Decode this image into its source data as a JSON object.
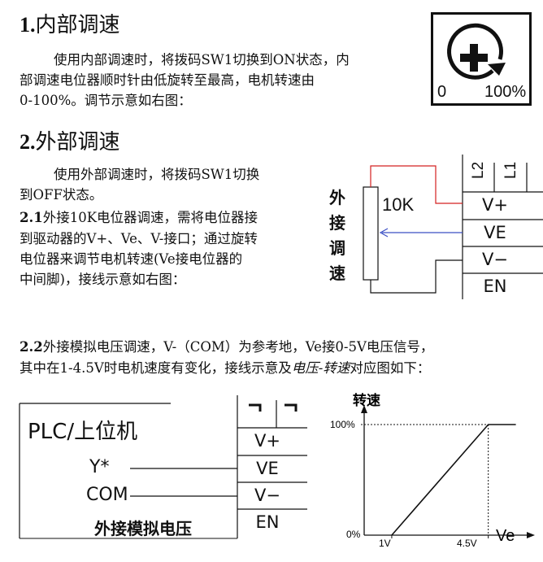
{
  "section1": {
    "number": "1.",
    "title": "内部调速",
    "body_line1": "使用内部调速时，将拨码SW1切换到ON状态，内",
    "body_line2": "部调速电位器顺时针由低旋转至最高，电机转速由",
    "body_line3": "0-100%。调节示意如右图：",
    "knob": {
      "min_label": "0",
      "max_label": "100%"
    }
  },
  "section2": {
    "number": "2.",
    "title": "外部调速",
    "body_line1": "使用外部调速时，将拨码SW1切换",
    "body_line2": "到OFF状态。",
    "sub1": {
      "number": "2.1",
      "line1": "外接10K电位器调速，需将电位器接",
      "line2": "到驱动器的V+、Ve、V-接口；通过旋转",
      "line3": "电位器来调节电机转速(Ve接电位器的",
      "line4": "中间脚)，接线示意如右图："
    },
    "diagram1": {
      "side_label": [
        "外",
        "接",
        "调",
        "速"
      ],
      "resistor_label": "10K",
      "terminal_top": [
        "L2",
        "L1"
      ],
      "terminals": [
        "V+",
        "VE",
        "V−",
        "EN"
      ]
    },
    "sub2": {
      "number": "2.2",
      "line1": "外接模拟电压调速，V-（COM）为参考地，Ve接0-5V电压信号，",
      "line2_a": "其中在1-4.5V时电机速度有变化，接线示意及",
      "line2_italic": "电压-转速",
      "line2_b": "对应图如下："
    },
    "diagram2": {
      "plc_title": "PLC/上位机",
      "pin_y": "Y*",
      "pin_com": "COM",
      "caption": "外接模拟电压",
      "terminals": [
        "V+",
        "VE",
        "V−",
        "EN"
      ]
    },
    "graph": {
      "ylabel": "转速",
      "xlabel": "Ve",
      "y_ticks": [
        "100%",
        "0%"
      ],
      "x_ticks": [
        "1V",
        "4.5V"
      ]
    }
  },
  "chart_data": {
    "type": "line",
    "ylabel": "转速",
    "xlabel": "Ve",
    "x_tick_labels": [
      "1V",
      "4.5V"
    ],
    "y_tick_labels": [
      "100%",
      "0%"
    ],
    "series": [
      {
        "x": [
          1,
          4.5,
          5.5
        ],
        "y": [
          0,
          100,
          100
        ]
      }
    ]
  },
  "colors": {
    "red_wire": "#d42020",
    "blue_arrow": "#3b4fc4"
  }
}
